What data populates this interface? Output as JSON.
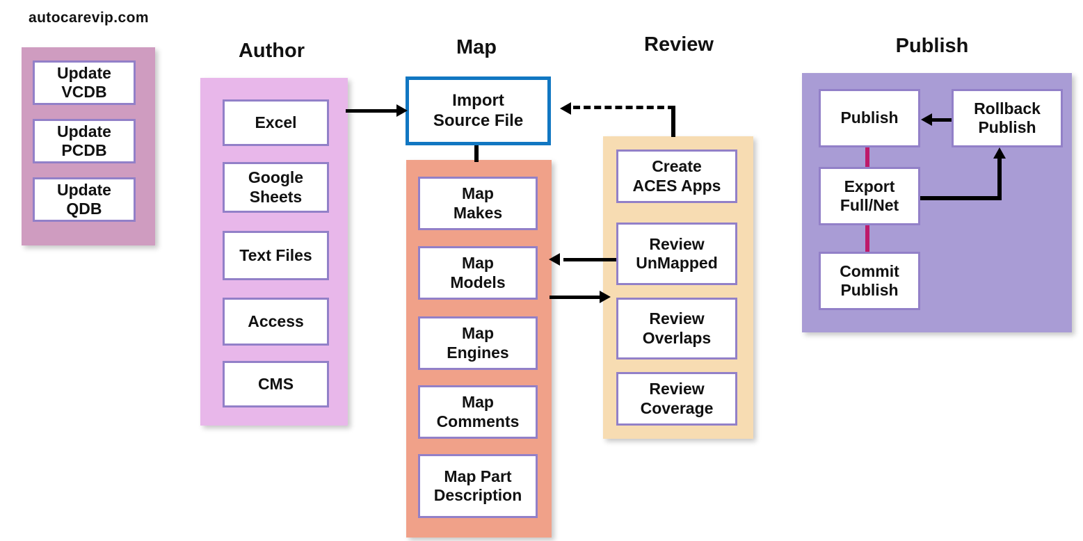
{
  "brand": {
    "label": "autocarevip.com"
  },
  "columns": [
    {
      "id": "acvip",
      "title": ""
    },
    {
      "id": "author",
      "title": "Author"
    },
    {
      "id": "map",
      "title": "Map"
    },
    {
      "id": "review",
      "title": "Review"
    },
    {
      "id": "publish",
      "title": "Publish"
    }
  ],
  "acvip_panel": {
    "color": "#cf9cc0",
    "nodes": [
      {
        "line1": "Update",
        "line2": "VCDB"
      },
      {
        "line1": "Update",
        "line2": "PCDB"
      },
      {
        "line1": "Update",
        "line2": "QDB"
      }
    ]
  },
  "author_panel": {
    "title": "Author",
    "color": "#e8b7ea",
    "nodes": [
      {
        "line1": "Excel",
        "line2": ""
      },
      {
        "line1": "Google",
        "line2": "Sheets"
      },
      {
        "line1": "Text Files",
        "line2": ""
      },
      {
        "line1": "Access",
        "line2": ""
      },
      {
        "line1": "CMS",
        "line2": ""
      }
    ]
  },
  "map_panel": {
    "title": "Map",
    "color": "#f0a189",
    "import_node": {
      "line1": "Import",
      "line2": "Source File",
      "accent_color": "#1177c2"
    },
    "nodes": [
      {
        "line1": "Map",
        "line2": "Makes"
      },
      {
        "line1": "Map",
        "line2": "Models"
      },
      {
        "line1": "Map",
        "line2": "Engines"
      },
      {
        "line1": "Map",
        "line2": "Comments"
      },
      {
        "line1": "Map Part",
        "line2": "Description"
      }
    ]
  },
  "review_panel": {
    "title": "Review",
    "color": "#f7dcb2",
    "nodes": [
      {
        "line1": "Create",
        "line2": "ACES Apps"
      },
      {
        "line1": "Review",
        "line2": "UnMapped"
      },
      {
        "line1": "Review",
        "line2": "Overlaps"
      },
      {
        "line1": "Review",
        "line2": "Coverage"
      }
    ]
  },
  "publish_panel": {
    "title": "Publish",
    "color": "#a99cd5",
    "nodes": [
      {
        "id": "publish",
        "line1": "Publish",
        "line2": ""
      },
      {
        "id": "export-full-net",
        "line1": "Export",
        "line2": "Full/Net"
      },
      {
        "id": "commit-publish",
        "line1": "Commit",
        "line2": "Publish"
      },
      {
        "id": "rollback-publish",
        "line1": "Rollback",
        "line2": "Publish"
      }
    ],
    "connector_color": "#bd1a6a"
  },
  "connectors": [
    {
      "id": "author-to-import",
      "style": "solid",
      "direction": "right"
    },
    {
      "id": "review-to-import",
      "style": "dashed",
      "direction": "left"
    },
    {
      "id": "import-to-map-panel",
      "style": "solid",
      "direction": "none"
    },
    {
      "id": "review-unmapped-to-models",
      "style": "solid",
      "direction": "left"
    },
    {
      "id": "models-to-review-overlaps",
      "style": "solid",
      "direction": "right"
    },
    {
      "id": "rollback-to-publish",
      "style": "solid",
      "direction": "left"
    },
    {
      "id": "export-to-rollback",
      "style": "solid",
      "direction": "up"
    },
    {
      "id": "publish-to-export",
      "style": "solid",
      "direction": "none"
    },
    {
      "id": "export-to-commit",
      "style": "solid",
      "direction": "none"
    }
  ],
  "node_border_color": "#9280c8"
}
